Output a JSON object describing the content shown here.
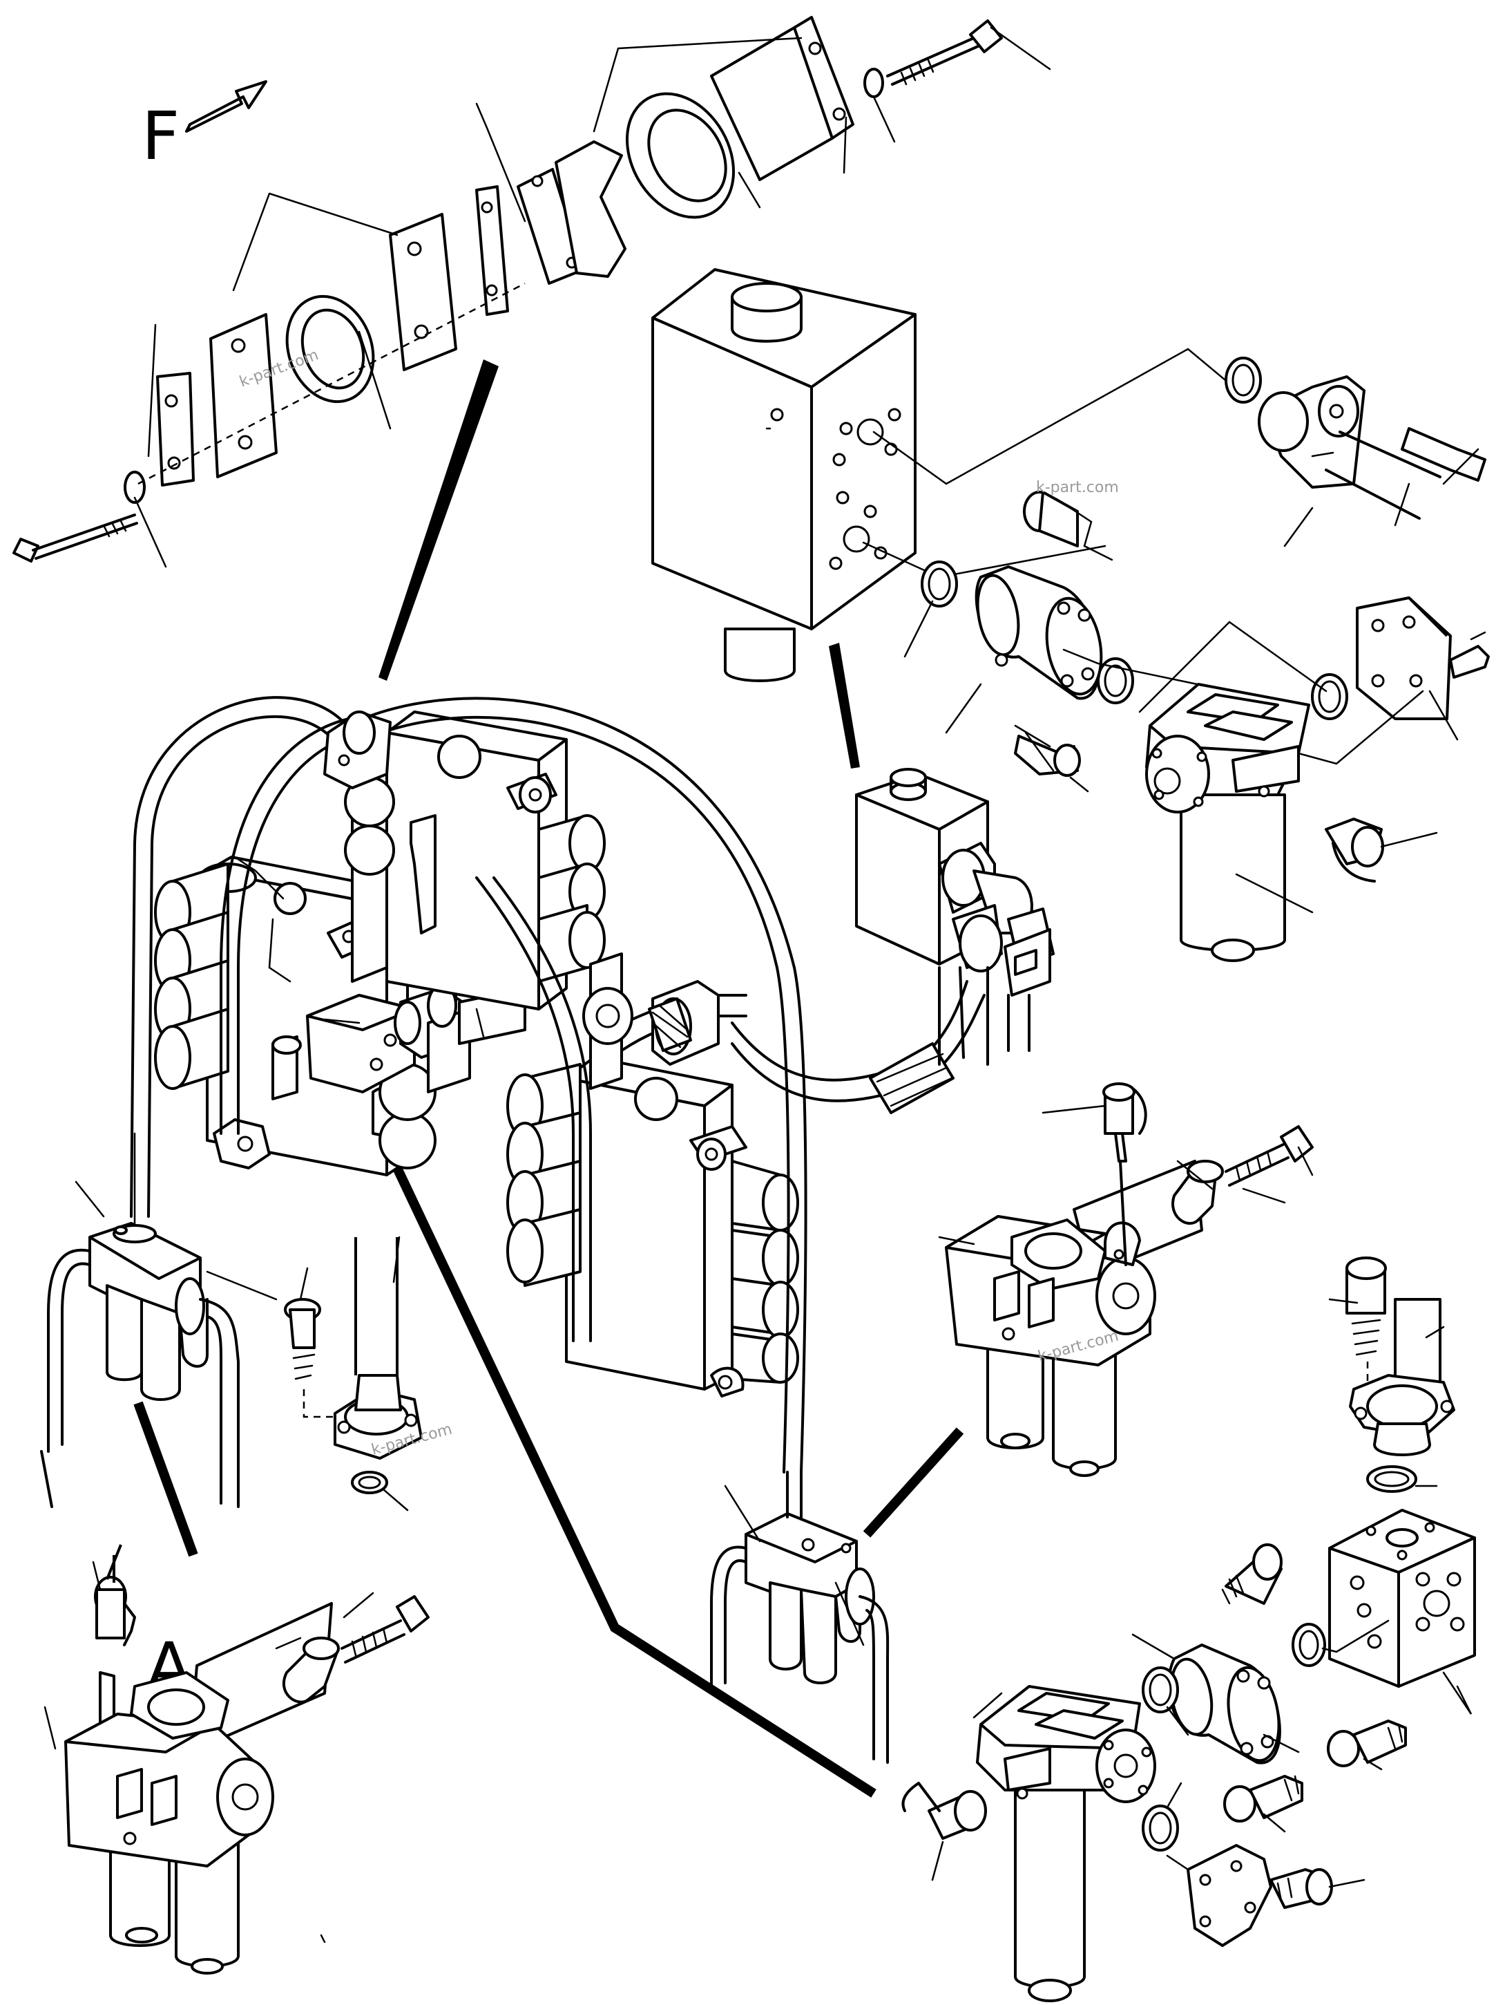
{
  "diagram": {
    "view_label": "F",
    "detail_label": "A",
    "watermark": "k-part.com"
  }
}
